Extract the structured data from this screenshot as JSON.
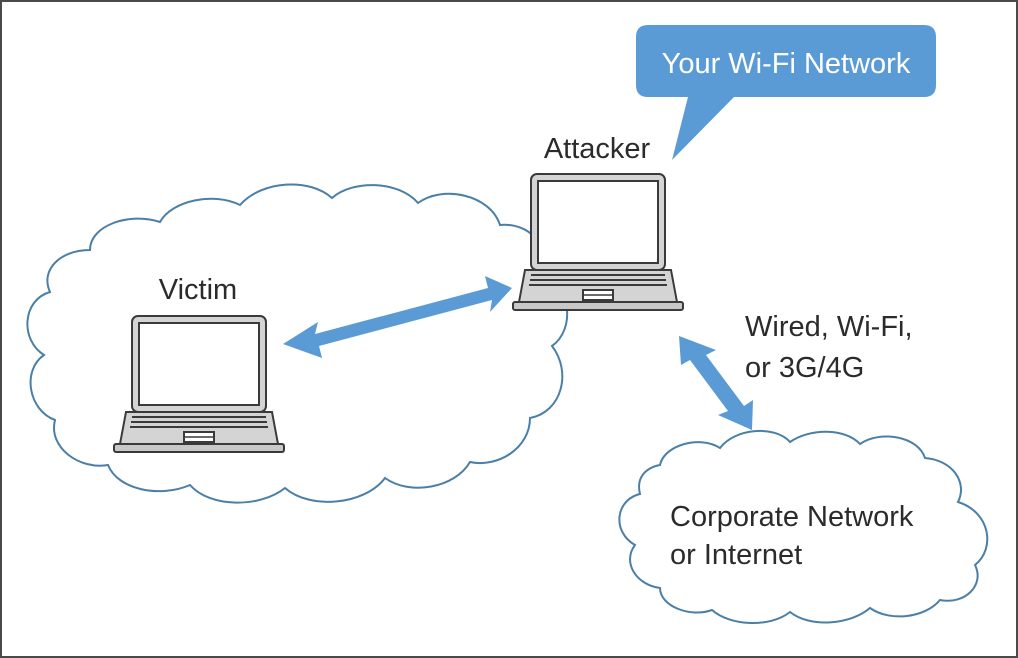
{
  "bubble": {
    "text": "Your Wi-Fi Network"
  },
  "nodes": {
    "attacker": {
      "label": "Attacker"
    },
    "victim": {
      "label": "Victim"
    },
    "corporate": {
      "line1": "Corporate Network",
      "line2": "or Internet"
    }
  },
  "links": {
    "uplink": {
      "line1": "Wired, Wi-Fi,",
      "line2": "or 3G/4G"
    }
  },
  "colors": {
    "accent": "#5b9bd5",
    "cloud_stroke": "#4a7fa8",
    "laptop_stroke": "#3a3a3a",
    "laptop_body": "#d4d4d4",
    "text": "#2b2b2b"
  }
}
